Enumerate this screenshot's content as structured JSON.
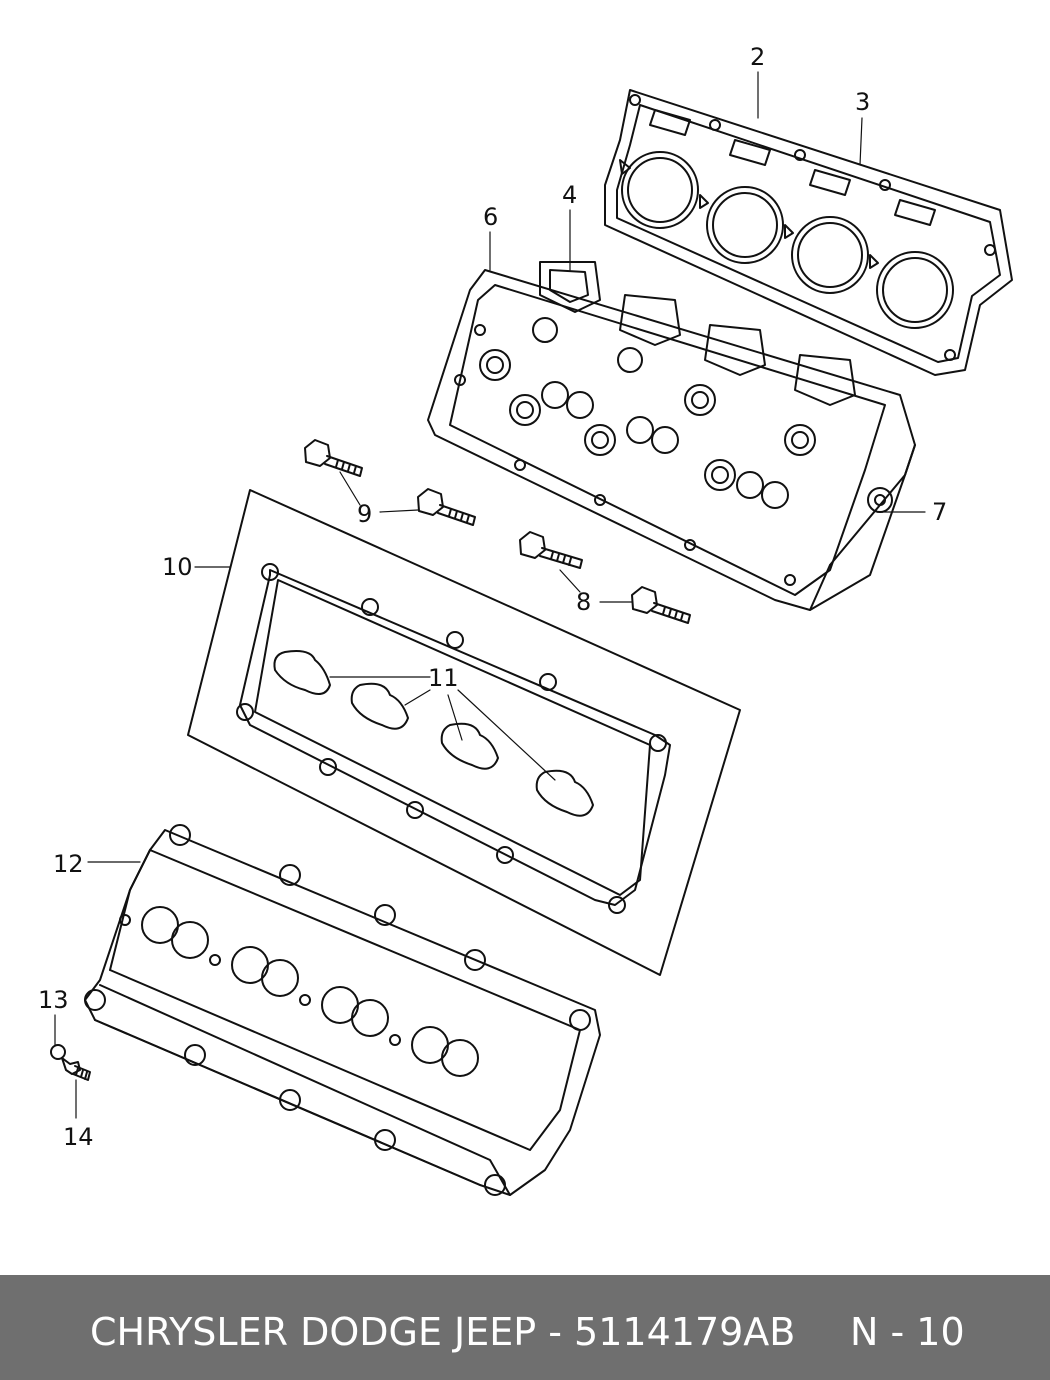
{
  "callouts": {
    "c2": "2",
    "c3": "3",
    "c4": "4",
    "c6": "6",
    "c7": "7",
    "c8": "8",
    "c9": "9",
    "c10": "10",
    "c11": "11",
    "c12": "12",
    "c13": "13",
    "c14": "14"
  },
  "footer": {
    "brand_part": "CHRYSLER DODGE JEEP - 5114179AB",
    "page": "N - 10"
  }
}
